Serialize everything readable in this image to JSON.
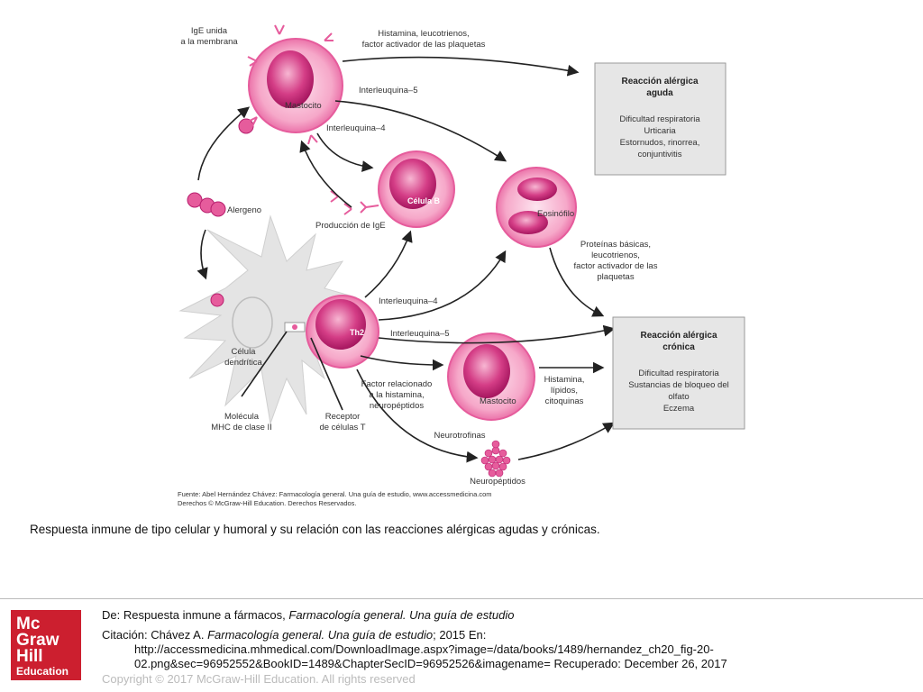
{
  "diagram": {
    "labels": {
      "ige_membrane_1": "IgE unida",
      "ige_membrane_2": "a la membrana",
      "histamine_top_1": "Histamina, leucotrienos,",
      "histamine_top_2": "factor activador de las plaquetas",
      "il5_top": "Interleuquina–5",
      "mastocito_top": "Mastocito",
      "il4_top": "Interleuquina–4",
      "alergeno": "Alergeno",
      "celula_b": "Célula B",
      "produccion_ige": "Producción de IgE",
      "eosinofilo": "Eosinófilo",
      "proteinas_1": "Proteínas básicas,",
      "proteinas_2": "leucotrienos,",
      "proteinas_3": "factor activador de las",
      "proteinas_4": "plaquetas",
      "il4_mid": "Interleuquina–4",
      "il5_mid": "Interleuquina–5",
      "th2": "Th2",
      "celula_dendritica_1": "Célula",
      "celula_dendritica_2": "dendrítica",
      "factor_1": "Factor relacionado",
      "factor_2": "a la histamina,",
      "factor_3": "neuropéptidos",
      "mastocito_bottom": "Mastocito",
      "histamina_bottom_1": "Histamina,",
      "histamina_bottom_2": "lípidos,",
      "histamina_bottom_3": "citoquinas",
      "molecula_1": "Molécula",
      "molecula_2": "MHC de clase II",
      "receptor_1": "Receptor",
      "receptor_2": "de células T",
      "neurotrofinas": "Neurotrofinas",
      "neuropeptidos": "Neuropéptidos"
    },
    "acute_box": {
      "title_1": "Reacción alérgica",
      "title_2": "aguda",
      "items": [
        "Dificultad respiratoria",
        "Urticaria",
        "Estornudos, rinorrea,",
        "conjuntivitis"
      ]
    },
    "chronic_box": {
      "title_1": "Reacción alérgica",
      "title_2": "crónica",
      "items": [
        "Dificultad respiratoria",
        "Sustancias de bloqueo del",
        "olfato",
        "Eczema"
      ]
    },
    "source_1": "Fuente: Abel Hernández Chávez: Farmacología general. Una guía de estudio, www.accessmedicina.com",
    "source_2": "Derechos © McGraw-Hill Education. Derechos Reservados."
  },
  "caption": "Respuesta inmune de tipo celular y humoral y su relación con las reacciones alérgicas agudas y crónicas.",
  "footer": {
    "de_prefix": "De: ",
    "de_text": "Respuesta inmune a fármacos, ",
    "de_book": "Farmacología general. Una guía de estudio",
    "cit_prefix": "Citación: Chávez A. ",
    "cit_book": "Farmacología general. Una guía de estudio",
    "cit_year": "; 2015 En:",
    "cit_url": "http://accessmedicina.mhmedical.com/DownloadImage.aspx?image=/data/books/1489/hernandez_ch20_fig-20-02.png&sec=96952552&BookID=1489&ChapterSecID=96952526&imagename= Recuperado: December 26, 2017",
    "copyright": "Copyright © 2017 McGraw-Hill Education. All rights reserved"
  },
  "logo": {
    "line_1": "Mc",
    "line_2": "Graw",
    "line_3": "Hill",
    "line_4": "Education"
  },
  "colors": {
    "cell_pink": "#e65c9c",
    "nucleus": "#b81e6e",
    "box_fill": "#e6e6e6",
    "logo_red": "#cc1f2f"
  }
}
